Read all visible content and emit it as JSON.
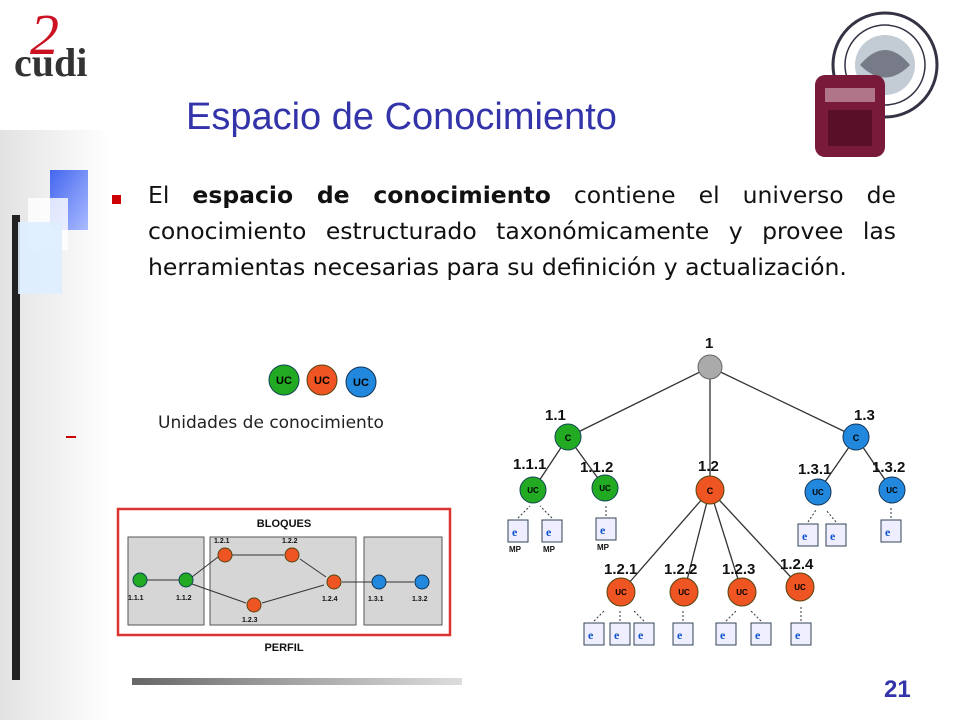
{
  "slide": {
    "title": "Espacio de Conocimiento",
    "page_number": "21",
    "bullet": {
      "prefix": "El ",
      "bold": "espacio de conocimiento",
      "rest": " contiene el universo de conocimiento estructurado taxonómicamente y provee las herramientas necesarias para su definición y actualización."
    },
    "logo_text": "cudi",
    "logo_digit": "2",
    "legend": {
      "label": "Unidades de conocimiento",
      "units": [
        "UC",
        "UC",
        "UC"
      ]
    },
    "tree": {
      "root": "1",
      "nodes": [
        "1.1",
        "1.2",
        "1.3",
        "1.1.1",
        "1.1.2",
        "1.3.1",
        "1.3.2",
        "1.2.1",
        "1.2.2",
        "1.2.3",
        "1.2.4"
      ],
      "c_label": "C",
      "uc_label": "UC",
      "mp_label": "MP"
    },
    "flow": {
      "top_label": "BLOQUES",
      "bottom_label": "PERFIL",
      "nodes": [
        "1.1.1",
        "1.1.2",
        "1.2.1",
        "1.2.2",
        "1.2.3",
        "1.2.4",
        "1.3.1",
        "1.3.2"
      ]
    }
  },
  "colors": {
    "title": "#3333aa",
    "bullet": "#cc0000",
    "green": "#22aa22",
    "orange": "#ee5522",
    "blue": "#2288dd",
    "gray": "#aaaaaa",
    "frame": "#dd3333"
  }
}
